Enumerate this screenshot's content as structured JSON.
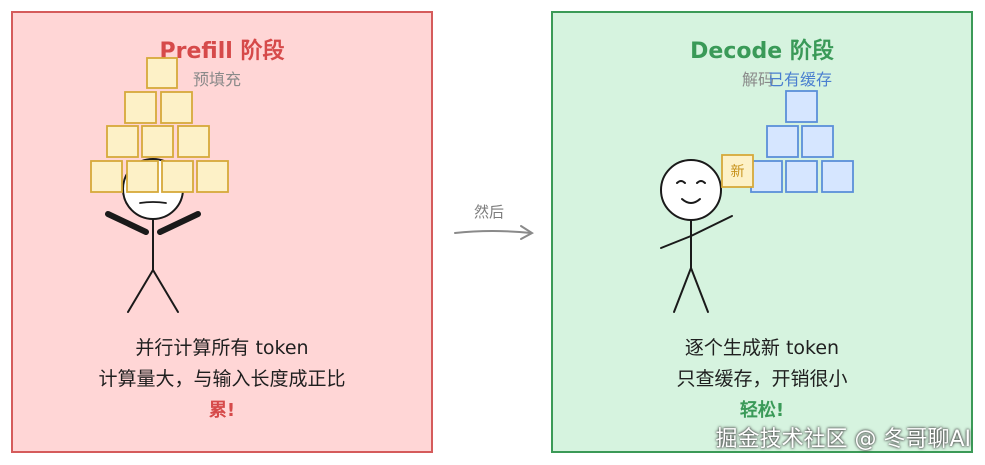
{
  "prefill": {
    "title": "Prefill 阶段",
    "subtitle": "预填充",
    "line1": "并行计算所有 token",
    "line2": "计算量大，与输入长度成正比",
    "emphasis": "累!"
  },
  "transition": {
    "label": "然后"
  },
  "decode": {
    "title": "Decode 阶段",
    "subtitle": "解码",
    "cache_label": "已有缓存",
    "new_block_label": "新",
    "line1": "逐个生成新 token",
    "line2": "只查缓存，开销很小",
    "emphasis": "轻松!"
  },
  "watermark": "掘金技术社区 @ 冬哥聊AI",
  "colors": {
    "prefill_bg": "#ffd6d6",
    "prefill_border": "#d55b5b",
    "decode_bg": "#d6f3df",
    "decode_border": "#3b9a57",
    "token_block_fill": "#fdf1c7",
    "token_block_stroke": "#d6a93a",
    "cache_block_fill": "#d6e6ff",
    "cache_block_stroke": "#5b8fd9"
  }
}
